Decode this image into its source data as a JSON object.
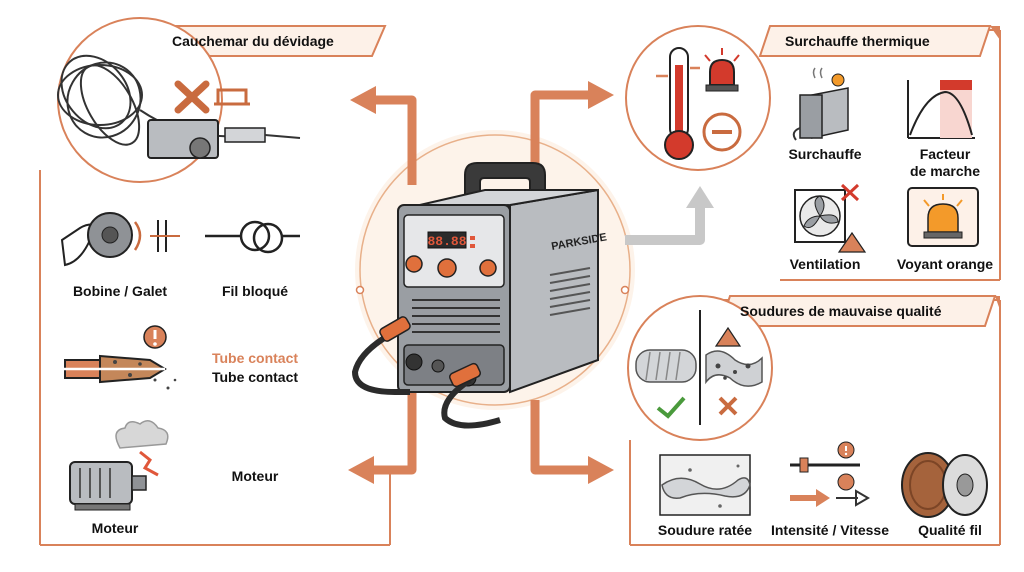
{
  "colors": {
    "accent": "#d9825a",
    "accent_dark": "#c96b3f",
    "panel_bg": "#fdf1e8",
    "outline": "#222222",
    "gray_arrow": "#c8c8c8",
    "red": "#d33a2c",
    "green": "#4a9a3c",
    "orange_light": "#f39a2a"
  },
  "center": {
    "brand": "PARKSIDE",
    "display": "88.88"
  },
  "panels": {
    "spool": {
      "title": "Cauchemar du dévidage",
      "labels": {
        "reel": "Bobine / Galet",
        "wire": "Fil bloqué",
        "tip_orange": "Tube contact",
        "tip": "Tube contact",
        "motor_right": "Moteur",
        "motor": "Moteur"
      }
    },
    "thermal": {
      "title": "Surchauffe thermique",
      "labels": {
        "overheat": "Surchauffe",
        "duty_line1": "Facteur",
        "duty_line2": "de marche",
        "fan": "Ventilation",
        "lamp": "Voyant orange"
      }
    },
    "welds": {
      "title": "Soudures de mauvaise qualité",
      "labels": {
        "bad_weld": "Soudure ratée",
        "current_speed": "Intensité / Vitesse",
        "wire_quality": "Qualité fil"
      }
    }
  }
}
